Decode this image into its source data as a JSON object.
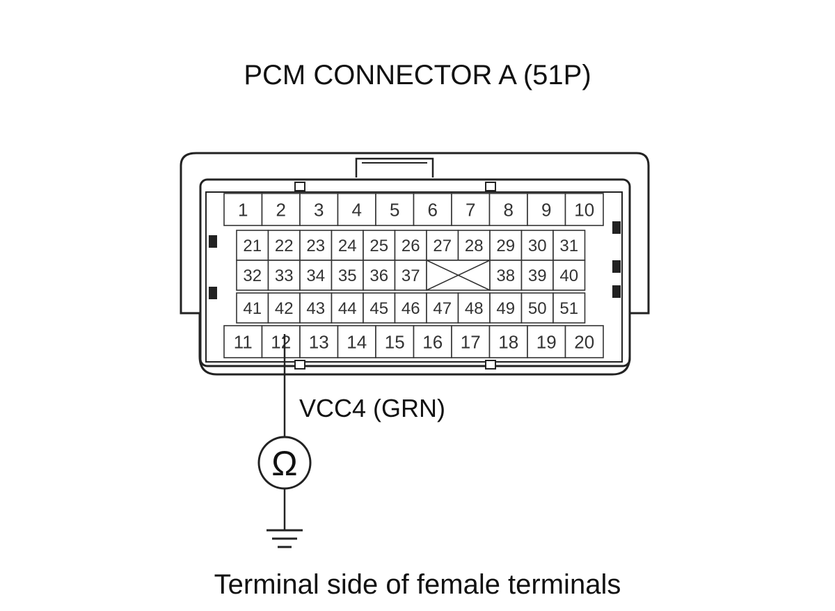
{
  "title": "PCM CONNECTOR A (51P)",
  "caption": "Terminal side of female terminals",
  "wire_label": "VCC4 (GRN)",
  "probe_pin": "12",
  "meter_symbol": "Ω",
  "connector": {
    "rows": [
      {
        "pins": [
          "1",
          "2",
          "3",
          "4",
          "5",
          "6",
          "7",
          "8",
          "9",
          "10"
        ]
      },
      {
        "pins": [
          "21",
          "22",
          "23",
          "24",
          "25",
          "26",
          "27",
          "28",
          "29",
          "30",
          "31"
        ]
      },
      {
        "pins": [
          "32",
          "33",
          "34",
          "35",
          "36",
          "37",
          "X",
          "38",
          "39",
          "40"
        ]
      },
      {
        "pins": [
          "41",
          "42",
          "43",
          "44",
          "45",
          "46",
          "47",
          "48",
          "49",
          "50",
          "51"
        ]
      },
      {
        "pins": [
          "11",
          "12",
          "13",
          "14",
          "15",
          "16",
          "17",
          "18",
          "19",
          "20"
        ]
      }
    ]
  },
  "colors": {
    "line": "#222222",
    "text": "#111111"
  }
}
